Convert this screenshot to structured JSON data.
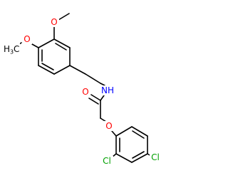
{
  "molecule": {
    "colors": {
      "bond": "#000000",
      "carbon": "#000000",
      "oxygen": "#ff0000",
      "nitrogen": "#0000ff",
      "chlorine": "#00a000"
    },
    "labels": {
      "methoxy_top_o": "O",
      "methoxy_top_ch3": "",
      "methoxy_left_o": "O",
      "methoxy_left_h": "H",
      "methoxy_left_sub": "3",
      "methoxy_left_c": "C",
      "amide_nh": "NH",
      "carbonyl_o": "O",
      "ether_o": "O",
      "chloro_ortho": "Cl",
      "chloro_para": "Cl"
    }
  }
}
